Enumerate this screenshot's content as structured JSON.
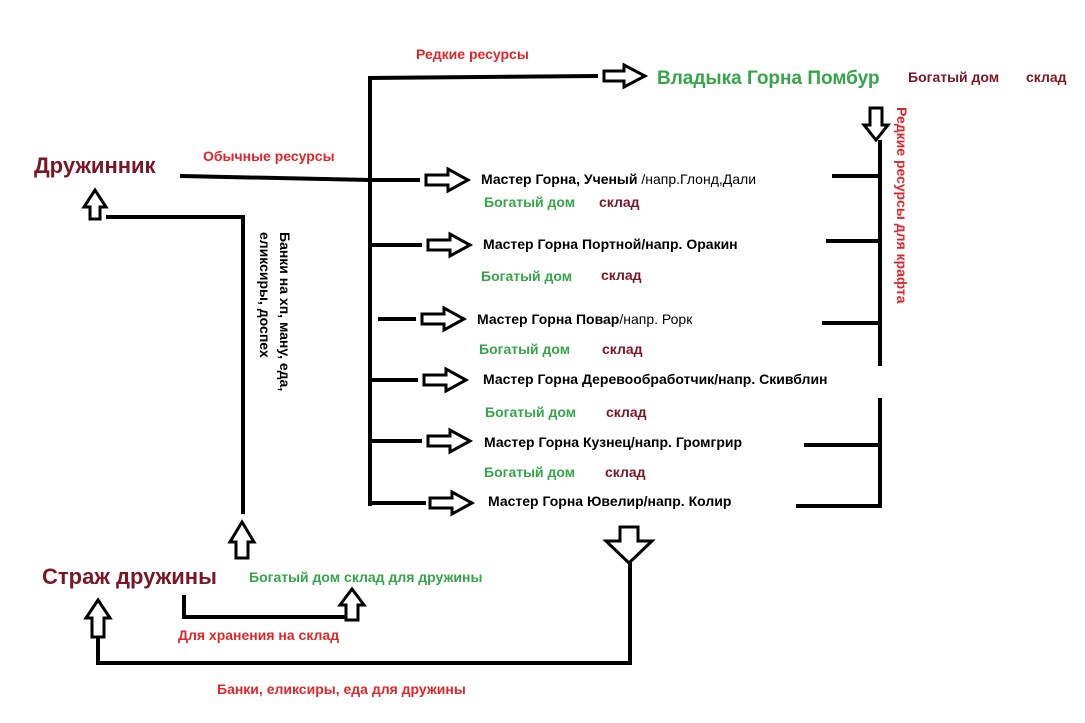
{
  "nodes": {
    "druzhinnik": "Дружинник",
    "strazh": "Страж дружины",
    "vladyka": "Владыка Горна Помбур",
    "vladyka_house": "Богатый дом",
    "vladyka_storage": "склад"
  },
  "edges": {
    "rare_resources": "Редкие ресурсы",
    "common_resources": "Обычные ресурсы",
    "rare_for_craft": "Редкие ресурсы для крафта",
    "banks_left_line1": "Банки на хп, ману, еда,",
    "banks_left_line2": "еликсиры, доспех",
    "guard_storage": "Богатый дом склад для дружины",
    "for_storage": "Для хранения на склад",
    "banks_bottom": "Банки, еликсиры, еда для дружины"
  },
  "masters": [
    {
      "bold": "Мастер Горна, Ученый ",
      "rest": "/напр.Глонд,Дали",
      "house": "Богатый дом",
      "storage": "склад"
    },
    {
      "bold": "Мастер Горна Портной/напр. Оракин",
      "rest": "",
      "house": "Богатый дом",
      "storage": "склад"
    },
    {
      "bold": "Мастер Горна Повар",
      "rest": "/напр. Рорк",
      "house": "Богатый дом",
      "storage": "склад"
    },
    {
      "bold": "Мастер Горна Деревообработчик/напр. Скивблин",
      "rest": "",
      "house": "Богатый дом",
      "storage": "склад"
    },
    {
      "bold": "Мастер Горна Кузнец/напр. Громгрир",
      "rest": "",
      "house": "Богатый дом",
      "storage": "склад"
    },
    {
      "bold": "Мастер Горна Ювелир/напр. Колир",
      "rest": "",
      "house": "",
      "storage": ""
    }
  ],
  "colors": {
    "node_title": "#7b1626",
    "edge_label": "#e0262a",
    "house_label": "#35a54a",
    "line": "#000000"
  }
}
